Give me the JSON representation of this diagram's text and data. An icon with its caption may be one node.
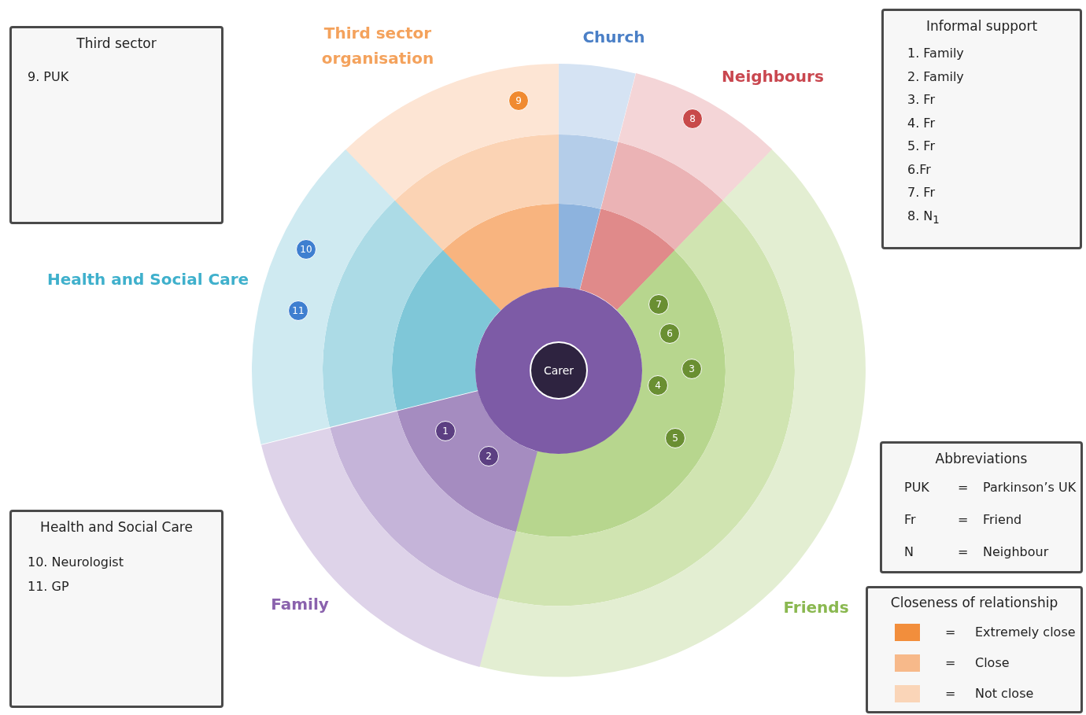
{
  "diagram": {
    "nodes": [
      {
        "text": [
          "Third sector",
          "9.  PUK"
        ]
      },
      {
        "text": [
          "Informal support",
          "1. Family",
          "2. Family",
          "3. Fr",
          "4. Fr",
          "5. Fr",
          "6.Fr",
          "7. Fr",
          "8. N$_{1}$"
        ]
      },
      {
        "text": [
          "Third sector organisation"
        ]
      },
      {
        "text": [
          "Church"
        ]
      },
      {
        "text": [
          "Neighbours"
        ]
      },
      {
        "text": [
          "Health and Social Care"
        ]
      },
      {
        "text": [
          "Friends"
        ]
      },
      {
        "text": [
          "Family"
        ]
      },
      {
        "text": [
          "Carer"
        ]
      },
      {
        "text": [
          "1"
        ],
        "in": 7
      },
      {
        "text": [
          "2"
        ],
        "in": 7
      },
      {
        "text": [
          "3"
        ],
        "in": 6
      },
      {
        "text": [
          "4"
        ],
        "in": 6
      },
      {
        "text": [
          "5"
        ],
        "in": 6
      },
      {
        "text": [
          "6"
        ],
        "in": 6
      },
      {
        "text": [
          "7"
        ],
        "in": 6
      },
      {
        "text": [
          "8"
        ],
        "in": 4
      },
      {
        "text": [
          "9"
        ],
        "in": 2
      },
      {
        "text": [
          "10"
        ],
        "in": 5
      },
      {
        "text": [
          "11"
        ],
        "in": 5
      },
      {
        "text": [
          "Abbreviations",
          "PUK",
          "=",
          "Parkinson’s UK",
          "Fr",
          "=",
          "Friend",
          "N",
          "=",
          "Neighbour"
        ]
      },
      {
        "text": [
          "Closeness of relationship"
        ]
      },
      {
        "text": [
          "Health and Social Care",
          "10.  Neurologist",
          "11. GP"
        ]
      }
    ],
    "labels": [
      "=",
      "=",
      "="
    ],
    "legend": [
      {
        "text": "Extremely close",
        "color": "#f28e3c"
      },
      {
        "text": "Close",
        "color": "#f7b98a"
      },
      {
        "text": "Not close",
        "color": "#fad5b8"
      }
    ]
  }
}
